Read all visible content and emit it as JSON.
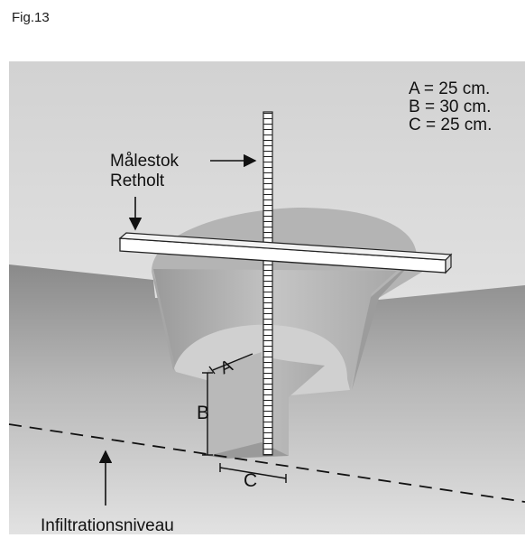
{
  "figure_label": "Fig.13",
  "dimensions": {
    "a": "A = 25 cm.",
    "b": "B = 30 cm.",
    "c": "C = 25 cm."
  },
  "labels": {
    "maalestok": "Målestok",
    "retholt": "Retholt",
    "infiltrationsniveau": "Infiltrationsniveau",
    "a_marker": "A",
    "b_marker": "B",
    "c_marker": "C"
  }
}
